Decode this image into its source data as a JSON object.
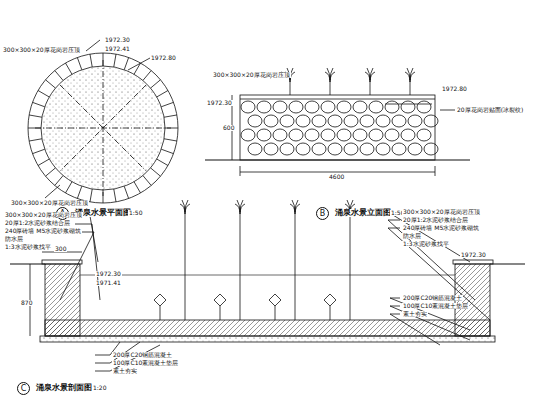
{
  "diagram": {
    "nodes": [
      {
        "text": [
          "A"
        ]
      },
      {
        "text": [
          "B"
        ]
      },
      {
        "text": [
          "C"
        ]
      }
    ],
    "labels": [
      "涌泉水景平面图",
      "1:50",
      "涌泉水景立面图",
      "1:50",
      "涌泉水景剖面图",
      "1:20",
      "300×300×20厚花岗岩压顶",
      "1972.30",
      "1972.41",
      "1972.80",
      "300×300×20厚花岗岩压顶",
      "300×300×20厚花岗岩压顶",
      "20厚花岗岩贴面(冰裂纹)",
      "1972.80",
      "1972.30",
      "600",
      "4600",
      "300×300×20厚花岗岩压顶",
      "20厚1:2水泥砂浆结合层",
      "240厚砖墙 M5水泥砂浆砌筑",
      "防水层",
      "1:3水泥砂浆找平",
      "300×300×20厚花岗岩压顶",
      "20厚1:2水泥砂浆结合层",
      "240厚砖墙 M5水泥砂浆砌筑",
      "防水层",
      "1:3水泥砂浆找平",
      "1972.30",
      "1971.41",
      "200厚C20钢筋混凝土",
      "100厚C10素混凝土垫层",
      "素土夯实",
      "200厚C20钢筋混凝土",
      "100厚C10素混凝土垫层",
      "素土夯实",
      "300",
      "870",
      "1972.30"
    ]
  }
}
